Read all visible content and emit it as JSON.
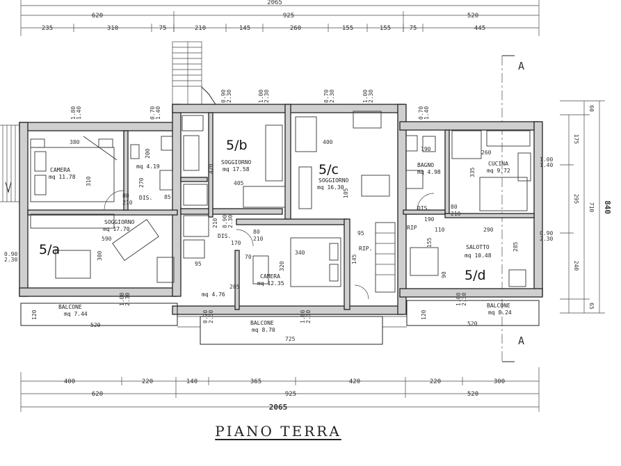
{
  "title": "PIANO TERRA",
  "section_marks": [
    "A",
    "A"
  ],
  "units": [
    "5/a",
    "5/b",
    "5/c",
    "5/d"
  ],
  "rooms": {
    "a_camera": [
      "CAMERA",
      "mq 11.78"
    ],
    "a_bagno_area": "mq 4.19",
    "a_soggiorno": [
      "SOGGIORNO",
      "mq 17.70"
    ],
    "a_balcone": [
      "BALCONE",
      "mq 7.44"
    ],
    "b_soggiorno": [
      "SOGGIORNO",
      "mq 17.58"
    ],
    "b_bagno_area": "mq 4.76",
    "b_camera": [
      "CAMERA",
      "mq 12.35"
    ],
    "c_soggiorno": [
      "SOGGIORNO",
      "mq 16.30"
    ],
    "c_balcone": [
      "BALCONE",
      "mq 8.70"
    ],
    "d_bagno": [
      "BAGNO",
      "mq 4.98"
    ],
    "d_cucina": [
      "CUCINA",
      "mq 9.72"
    ],
    "d_salotto": [
      "SALOTTO",
      "mq 10.48"
    ],
    "d_balcone": [
      "BALCONE",
      "mq 8.24"
    ]
  },
  "labels": {
    "dis": "DIS.",
    "rip": "RIP.",
    "rip2": "RIP",
    "dis_d": "DIS."
  },
  "dims_top": {
    "total": "2065",
    "row1": [
      "620",
      "925",
      "520"
    ],
    "row2": [
      "235",
      "310",
      "75",
      "210",
      "145",
      "260",
      "155",
      "155",
      "75",
      "445"
    ]
  },
  "dims_bottom": {
    "row1": [
      "400",
      "220",
      "140",
      "365",
      "420",
      "220",
      "300"
    ],
    "row2": [
      "620",
      "925",
      "520"
    ],
    "total": "2065"
  },
  "dims_right": {
    "total": "840",
    "outer": [
      "60",
      "710",
      "65"
    ],
    "inner": [
      "175",
      "295",
      "240"
    ]
  },
  "dims_inner": {
    "a_camera_w": "380",
    "a_camera_h": "310",
    "a_bagno_w": "200",
    "a_soggiorno_w": "590",
    "a_soggiorno_h": "300",
    "a_balcone_w": "520",
    "a_balcone_d": "120",
    "b_420": "420",
    "b_405": "405",
    "b_210": "210",
    "b_95": "95",
    "b_340": "340",
    "b_320": "320",
    "c_400": "400",
    "c_105": "105",
    "c_145": "145",
    "c_95": "95",
    "c_balcone_w": "725",
    "d_190": "190",
    "d_260": "260",
    "d_335": "335",
    "d_290": "290",
    "d_285": "285",
    "d_110": "110",
    "d_155": "155",
    "d_90": "90",
    "d_balcone_w": "520",
    "d_balcone_d": "120",
    "d_190b": "190"
  },
  "openings": {
    "w1": "1.80\n1.40",
    "w2": "0.70\n1.40",
    "w3": "0.90\n2.30",
    "w4": "1.00\n2.30",
    "w5": "0.70\n2.30",
    "w6": "1.00\n2.30",
    "w7": "1.00\n1.40",
    "w8": "0.90\n2.30",
    "w9": "1.00\n2.30",
    "w10": "0.70\n1.40",
    "w11": "1.00\n1.40",
    "w12": "0.90\n2.30",
    "w13": "0.70\n2.30",
    "w14": "1.00\n2.30",
    "w15": "1.00\n2.30",
    "w16": "0.90\n2.30",
    "w17": "1.00\n2.30",
    "d80": "80",
    "d210": "210",
    "d70": "70",
    "d85": "85",
    "d270": "270",
    "d170": "170",
    "d205": "205"
  }
}
